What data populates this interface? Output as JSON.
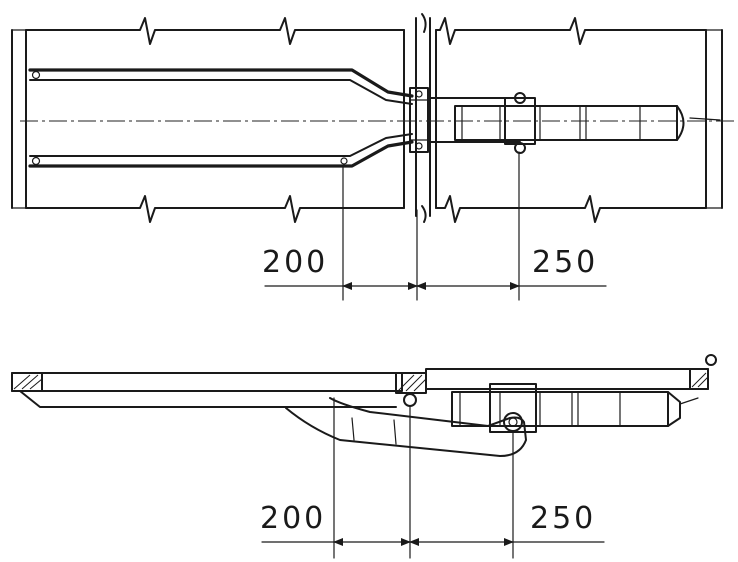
{
  "top_view": {
    "dimension_left": "200",
    "dimension_right": "250"
  },
  "side_view": {
    "dimension_left": "200",
    "dimension_right": "250"
  }
}
